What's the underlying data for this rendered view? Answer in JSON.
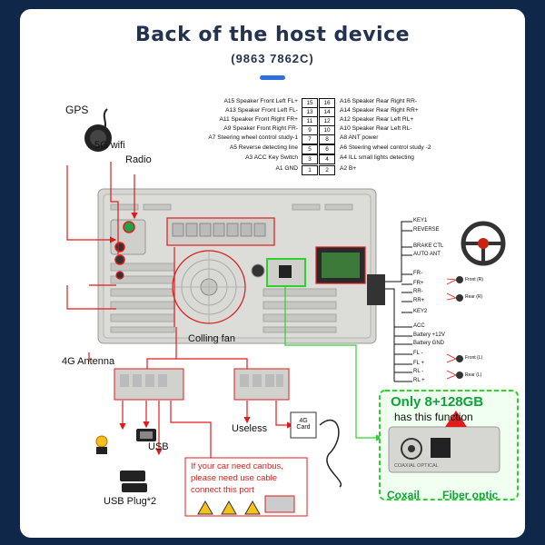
{
  "header": {
    "title": "Back of the host device",
    "model": "(9863 7862C)"
  },
  "pins_left": [
    {
      "label": "A15  Speaker Front Left FL+",
      "num": "15"
    },
    {
      "label": "A13  Speaker Front Left FL-",
      "num": "13"
    },
    {
      "label": "A11  Speaker Front Right FR+",
      "num": "11"
    },
    {
      "label": "A9  Speaker Front Right FR-",
      "num": "9"
    },
    {
      "label": "A7  Steering wheel control study-1",
      "num": "7"
    },
    {
      "label": "A5  Reverse detecting line",
      "num": "5"
    },
    {
      "label": "A3 ACC Key Switch",
      "num": "3"
    },
    {
      "label": "A1 GND",
      "num": "1"
    }
  ],
  "pins_right": [
    {
      "label": "A16 Speaker Rear Right RR-",
      "num": "16"
    },
    {
      "label": "A14 Speaker Rear Right RR+",
      "num": "14"
    },
    {
      "label": "A12 Speaker Rear Left RL+",
      "num": "12"
    },
    {
      "label": "A10 Speaker Rear Left RL-",
      "num": "10"
    },
    {
      "label": "A8  ANT power",
      "num": "8"
    },
    {
      "label": "A6  Steering wheel control study -2",
      "num": "6"
    },
    {
      "label": "A4  ILL small lights detecting",
      "num": "4"
    },
    {
      "label": "A2  B+",
      "num": "2"
    }
  ],
  "labels": {
    "gps": "GPS",
    "wifi": "5G wifi",
    "radio": "Radio",
    "antenna": "4G Antenna",
    "fan": "Colling fan",
    "usb": "USB",
    "usb_plug": "USB Plug*2",
    "useless": "Useless",
    "card": "4G\nCard",
    "coaxial": "Coxail",
    "fiber": "Fiber optic"
  },
  "harness": {
    "key1": "KEY1",
    "reverse": "REVERSE",
    "brake": "BRAKE CTL",
    "auto_ant": "AUTO ANT",
    "fr_minus": "FR-",
    "fr_plus": "FR+",
    "front_r": "Front (R)",
    "rr_minus": "RR-",
    "rr_plus": "RR+",
    "rear_r": "Rear (R)",
    "key2": "KEY2",
    "acc": "ACC",
    "battery": "Battery +12V",
    "battery_gnd": "Battery GND",
    "fl_minus": "FL -",
    "fl_plus": "FL +",
    "front_l": "Front (L)",
    "rl_minus": "RL -",
    "rl_plus": "RL +",
    "rear_l": "Rear (L)"
  },
  "canbus_note": {
    "line1": "If your car need canbus,",
    "line2": "please need use cable",
    "line3": "connect this port"
  },
  "optical": {
    "title": "Only 8+128GB",
    "subtitle": "has this function",
    "plate_text": "COAXIAL    OPTICAL"
  },
  "colors": {
    "red": "#e11b1b",
    "green": "#2fd12f",
    "navy": "#0f2748",
    "accent": "#2f6fe0"
  }
}
